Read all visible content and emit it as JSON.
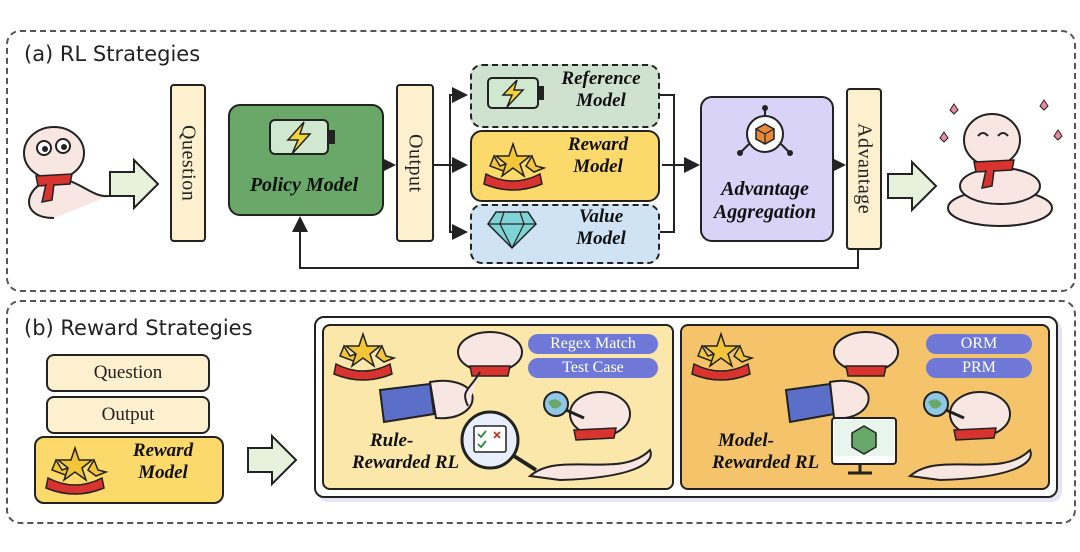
{
  "panel_a": {
    "title": "(a) RL Strategies",
    "question": "Question",
    "output": "Output",
    "advantage": "Advantage",
    "policy_model": "Policy Model",
    "reference_model": [
      "Reference",
      "Model"
    ],
    "reward_model": [
      "Reward",
      "Model"
    ],
    "value_model": [
      "Value",
      "Model"
    ],
    "advantage_aggregation": [
      "Advantage",
      "Aggregation"
    ]
  },
  "panel_b": {
    "title": "(b) Reward Strategies",
    "question": "Question",
    "output": "Output",
    "reward_model": [
      "Reward",
      "Model"
    ],
    "rule_rewarded": {
      "title": [
        "Rule-",
        "Rewarded RL"
      ],
      "tags": [
        "Regex Match",
        "Test Case"
      ]
    },
    "model_rewarded": {
      "title": [
        "Model-",
        "Rewarded RL"
      ],
      "tags": [
        "ORM",
        "PRM"
      ]
    }
  },
  "colors": {
    "policy_green": "#6aa86a",
    "reference_green": "#cfe2cf",
    "reward_yellow": "#fbd96a",
    "value_blue": "#cfe3f5",
    "aggregation_purple": "#d9d4f7",
    "cream": "#fdf0cf",
    "pill_blue": "#6f78d6",
    "rule_panel": "#fae7a9",
    "model_panel": "#f5c46a"
  },
  "icons": [
    "snake-mascot-icon",
    "battery-bolt-icon",
    "stars-ribbon-icon",
    "diamond-icon",
    "hub-cube-icon",
    "magnifier-icon",
    "globe-icon",
    "checklist-icon",
    "monitor-chip-icon",
    "hand-icon",
    "flower-icon"
  ]
}
